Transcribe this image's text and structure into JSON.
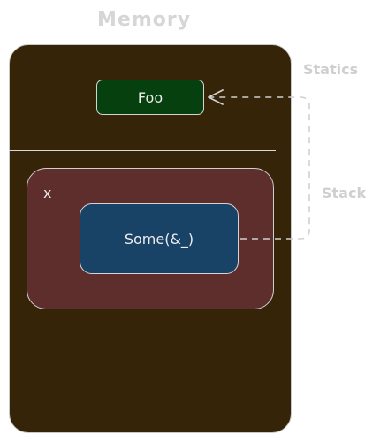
{
  "title": "Memory",
  "regions": {
    "statics_label": "Statics",
    "stack_label": "Stack"
  },
  "statics": {
    "foo_label": "Foo"
  },
  "stack_frame": {
    "variable_name": "x",
    "value_label": "Some(&_)"
  },
  "colors": {
    "memory_background": "#352408",
    "statics_box": "#07400f",
    "stack_frame": "#5e2e2d",
    "value_box": "#184266",
    "label_gray": "#d6d6d6",
    "arrow": "#d0d0d0"
  },
  "arrow": {
    "from": "value_box",
    "to": "foo_box",
    "style": "dashed"
  }
}
